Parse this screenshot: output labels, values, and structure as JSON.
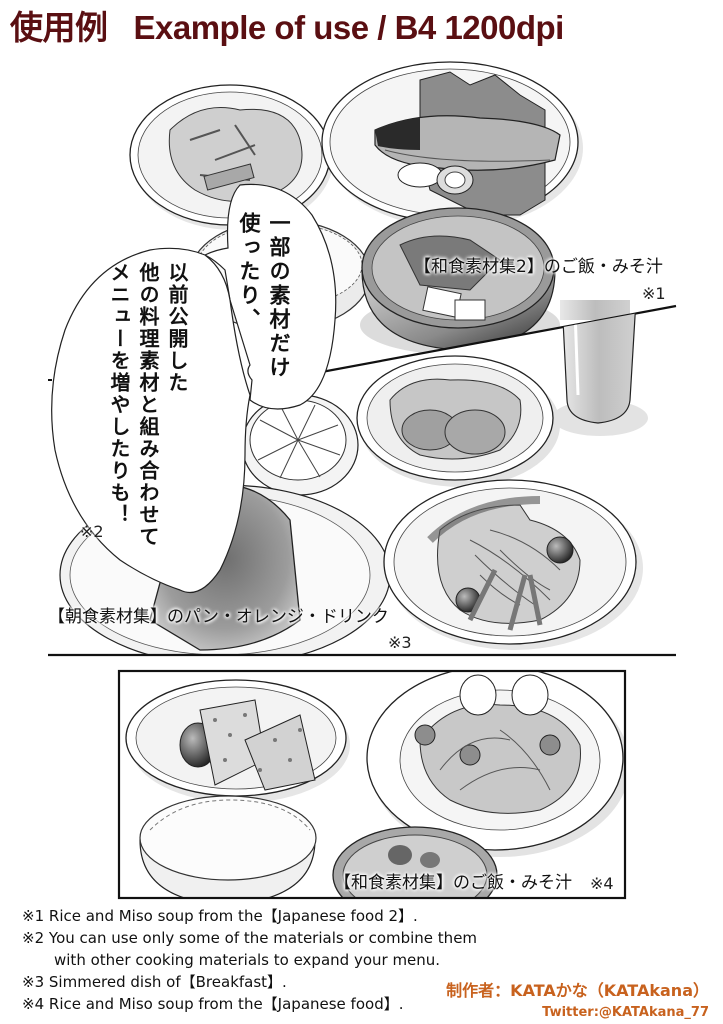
{
  "header": {
    "title_jp": "使用例",
    "title_en": "Example of use / B4 1200dpi",
    "title_color": "#5a0f12"
  },
  "panels": [
    {
      "id": "panel-1",
      "dishes": [
        "vegetable-stir-fry-plate",
        "grilled-fish-plate",
        "rice-bowl",
        "miso-soup-bowl"
      ],
      "caption": "【和食素材集2】のご飯・みそ汁",
      "note": "※1"
    },
    {
      "id": "panel-2",
      "dishes": [
        "toast-bread-plate",
        "orange-slices-dish",
        "fried-chicken-plate",
        "salad-plate",
        "drink-glass"
      ],
      "caption": "【朝食素材集】のパン・オレンジ・ドリンク",
      "note": "※3"
    },
    {
      "id": "panel-3",
      "dishes": [
        "tofu-dish-plate",
        "pasta-salad-plate",
        "rice-bowl",
        "miso-soup-bowl"
      ],
      "caption": "【和食素材集】のご飯・みそ汁",
      "note": "※4"
    }
  ],
  "speech_bubbles": [
    {
      "id": "bubble-small",
      "text": "一部の素材だけ\n使ったり、"
    },
    {
      "id": "bubble-large",
      "text": "以前公開した\n他の料理素材と組み合わせて\nメニューを増やしたりも！",
      "note": "※2"
    }
  ],
  "footnotes": [
    {
      "mark": "※1",
      "text": "Rice and Miso soup from the【Japanese food 2】."
    },
    {
      "mark": "※2",
      "text": "You can use only some of the materials or combine them"
    },
    {
      "mark": "",
      "text": "with other cooking materials to expand your menu."
    },
    {
      "mark": "※3",
      "text": "Simmered dish of【Breakfast】."
    },
    {
      "mark": "※4",
      "text": "Rice and Miso soup from the【Japanese food】."
    }
  ],
  "credit": {
    "author": "制作者：KATAかな（KATAkana）",
    "twitter": "Twitter:@KATAkana_77",
    "color": "#c8621e"
  }
}
